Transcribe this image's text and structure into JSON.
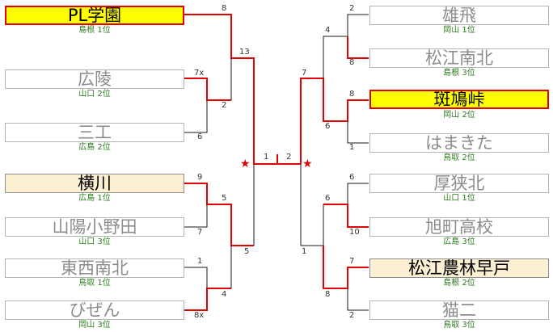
{
  "left": [
    {
      "name": "PL学園",
      "info": "島根  1位",
      "style": "champ"
    },
    {
      "name": "広陵",
      "info": "山口  2位",
      "style": "normal"
    },
    {
      "name": "三工",
      "info": "広島  2位",
      "style": "normal"
    },
    {
      "name": "横川",
      "info": "広島  1位",
      "style": "semi"
    },
    {
      "name": "山陽小野田",
      "info": "山口  3位",
      "style": "normal"
    },
    {
      "name": "東西南北",
      "info": "鳥取  1位",
      "style": "normal"
    },
    {
      "name": "びぜん",
      "info": "岡山  3位",
      "style": "normal"
    }
  ],
  "right": [
    {
      "name": "雄飛",
      "info": "岡山  1位",
      "style": "normal"
    },
    {
      "name": "松江南北",
      "info": "島根  3位",
      "style": "normal"
    },
    {
      "name": "斑鳩峠",
      "info": "岡山  2位",
      "style": "champ"
    },
    {
      "name": "はまきた",
      "info": "鳥取  2位",
      "style": "normal"
    },
    {
      "name": "厚狭北",
      "info": "山口  1位",
      "style": "normal"
    },
    {
      "name": "旭町高校",
      "info": "広島  3位",
      "style": "normal"
    },
    {
      "name": "松江農林早戸",
      "info": "島根  2位",
      "style": "semi"
    },
    {
      "name": "猫二",
      "info": "鳥取  3位",
      "style": "normal"
    }
  ],
  "scores": {
    "l_r1_a": "8",
    "l_r1_a_top": "13",
    "l_r1_b1": "7x",
    "l_r1_b2": "6",
    "l_r2_ab": "2",
    "l_r1_c1": "9",
    "l_r1_c2": "7",
    "l_r2_c": "5",
    "l_r1_d1": "1",
    "l_r1_d2": "8x",
    "l_r2_d": "4",
    "l_sf": "5",
    "final_l": "1",
    "final_r": "2",
    "r_r1_a1": "2",
    "r_r1_a2": "8",
    "r_r2_a": "4",
    "r_r1_b1": "8",
    "r_r1_b2": "1",
    "r_r2_b": "6",
    "r_sf_top": "7",
    "r_r1_c1": "6",
    "r_r1_c2": "10",
    "r_r2_c": "6",
    "r_r1_d1": "7",
    "r_r1_d2": "2",
    "r_r2_d": "8",
    "r_sf_bot": "1"
  },
  "star_symbol": "★",
  "colors": {
    "line_win": "#e00000",
    "line_lose": "#1a1a1a",
    "champ_fill": "#ffff00",
    "semi_fill": "#fdefd2",
    "sub_text": "#2b7a1d"
  }
}
